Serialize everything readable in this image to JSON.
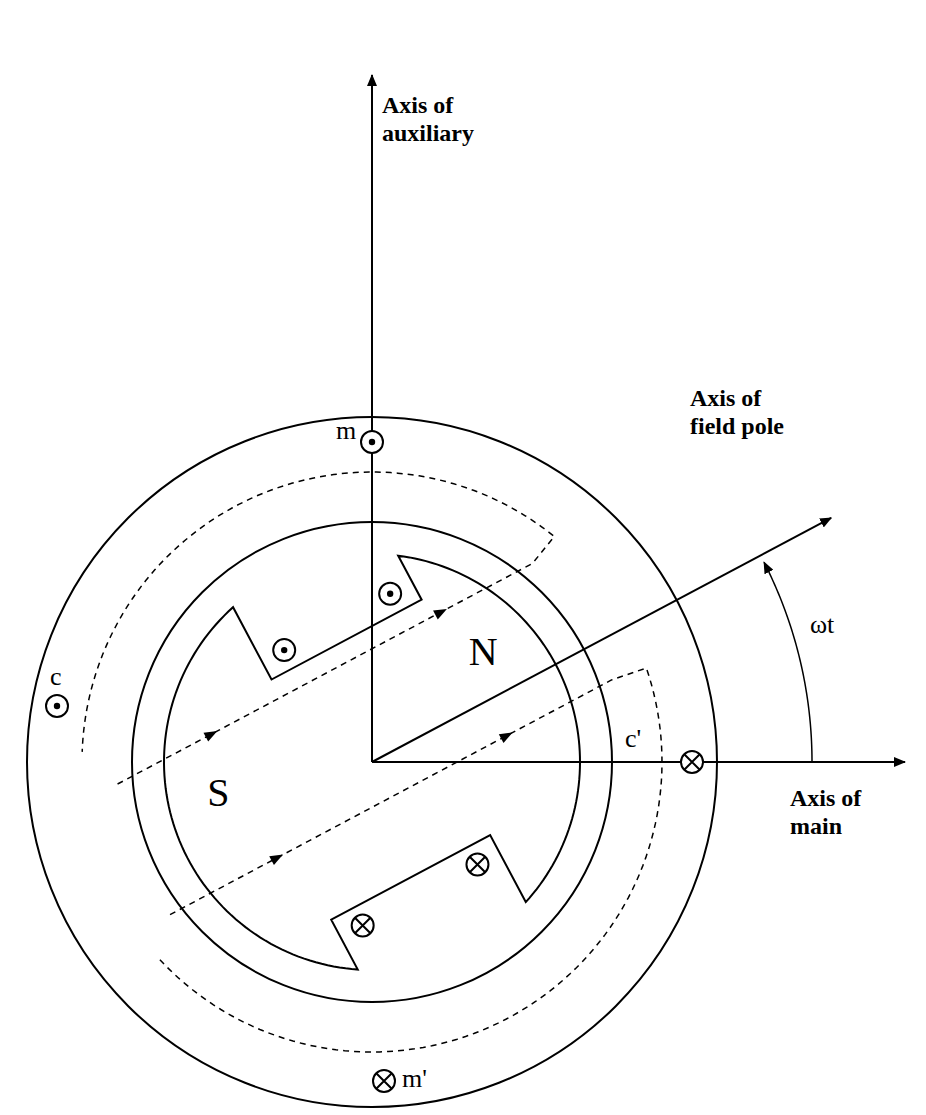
{
  "diagram": {
    "labels": [
      "Axis of auxiliary",
      "m",
      "Axis of field pole",
      "N",
      "ωt",
      "c",
      "c'",
      "S",
      "Axis of main",
      "m'"
    ]
  }
}
